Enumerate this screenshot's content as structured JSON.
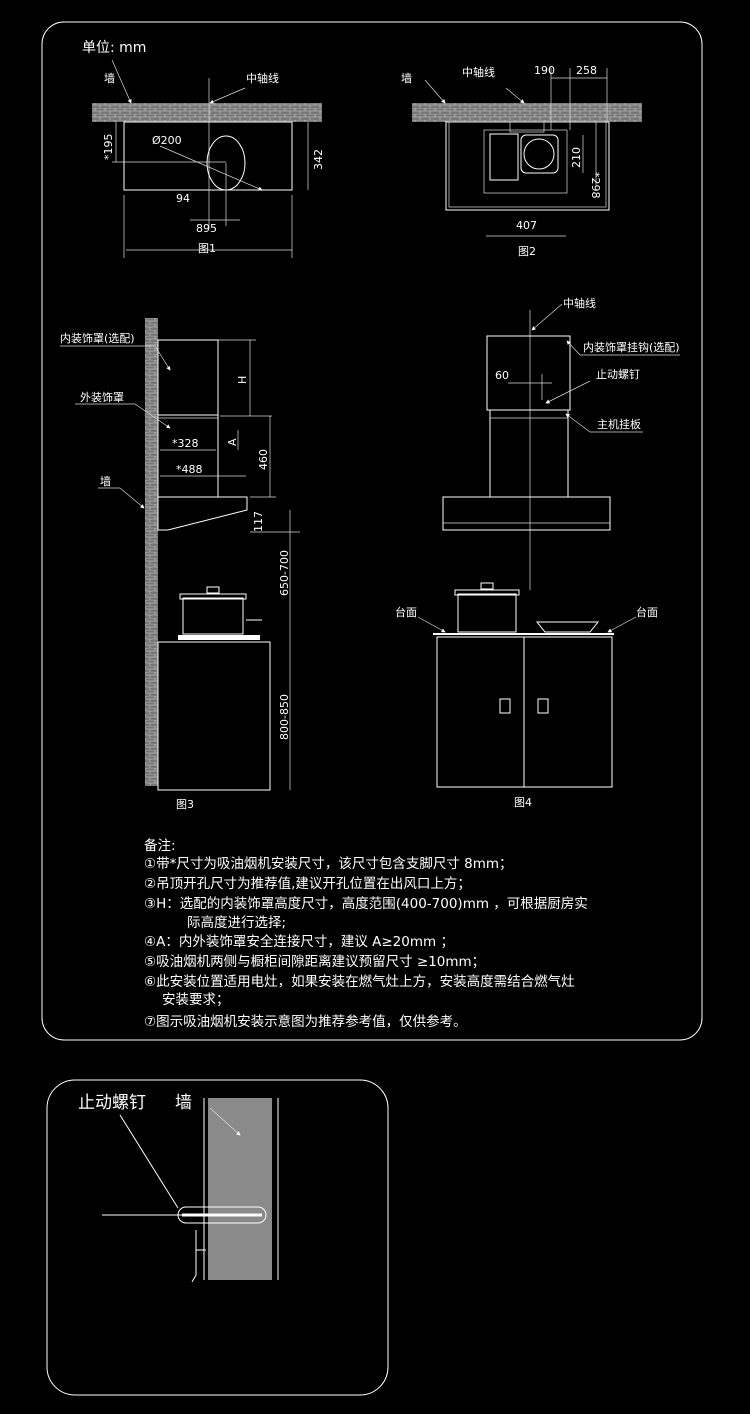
{
  "unit_label": "单位: mm",
  "fig1": {
    "wall": "墙",
    "axis": "中轴线",
    "dia": "Ø200",
    "d195": "*195",
    "d342": "342",
    "d94": "94",
    "d895": "895",
    "caption": "图1"
  },
  "fig2": {
    "wall": "墙",
    "axis": "中轴线",
    "d190": "190",
    "d258": "258",
    "d210": "210",
    "d298": "*298",
    "d407": "407",
    "caption": "图2"
  },
  "fig3": {
    "inner_cover": "内装饰罩(选配)",
    "outer_cover": "外装饰罩",
    "wall": "墙",
    "H": "H",
    "A": "A",
    "d460": "460",
    "d117": "117",
    "d650": "650-700",
    "d800": "800-850",
    "d328": "*328",
    "d488": "*488",
    "caption": "图3"
  },
  "fig4": {
    "axis": "中轴线",
    "hook": "内装饰罩挂钩(选配)",
    "screw": "止动螺钉",
    "plate": "主机挂板",
    "d60": "60",
    "counter_left": "台面",
    "counter_right": "台面",
    "caption": "图4"
  },
  "notes": {
    "title": "备注:",
    "items": [
      "①带*尺寸为吸油烟机安装尺寸，该尺寸包含支脚尺寸 8mm；",
      "②吊顶开孔尺寸为推荐值,建议开孔位置在出风口上方；",
      "③H：选配的内装饰罩高度尺寸，高度范围(400-700)mm ，可根据厨房实",
      "际高度进行选择;",
      "④A：内外装饰罩安全连接尺寸，建议 A≥20mm ；",
      "⑤吸油烟机两侧与橱柜间隙距离建议预留尺寸 ≥10mm；",
      "⑥此安装位置适用电灶，如果安装在燃气灶上方，安装高度需结合燃气灶",
      "安装要求；",
      "⑦图示吸油烟机安装示意图为推荐参考值，仅供参考。"
    ]
  },
  "detail": {
    "screw": "止动螺钉",
    "wall": "墙"
  }
}
